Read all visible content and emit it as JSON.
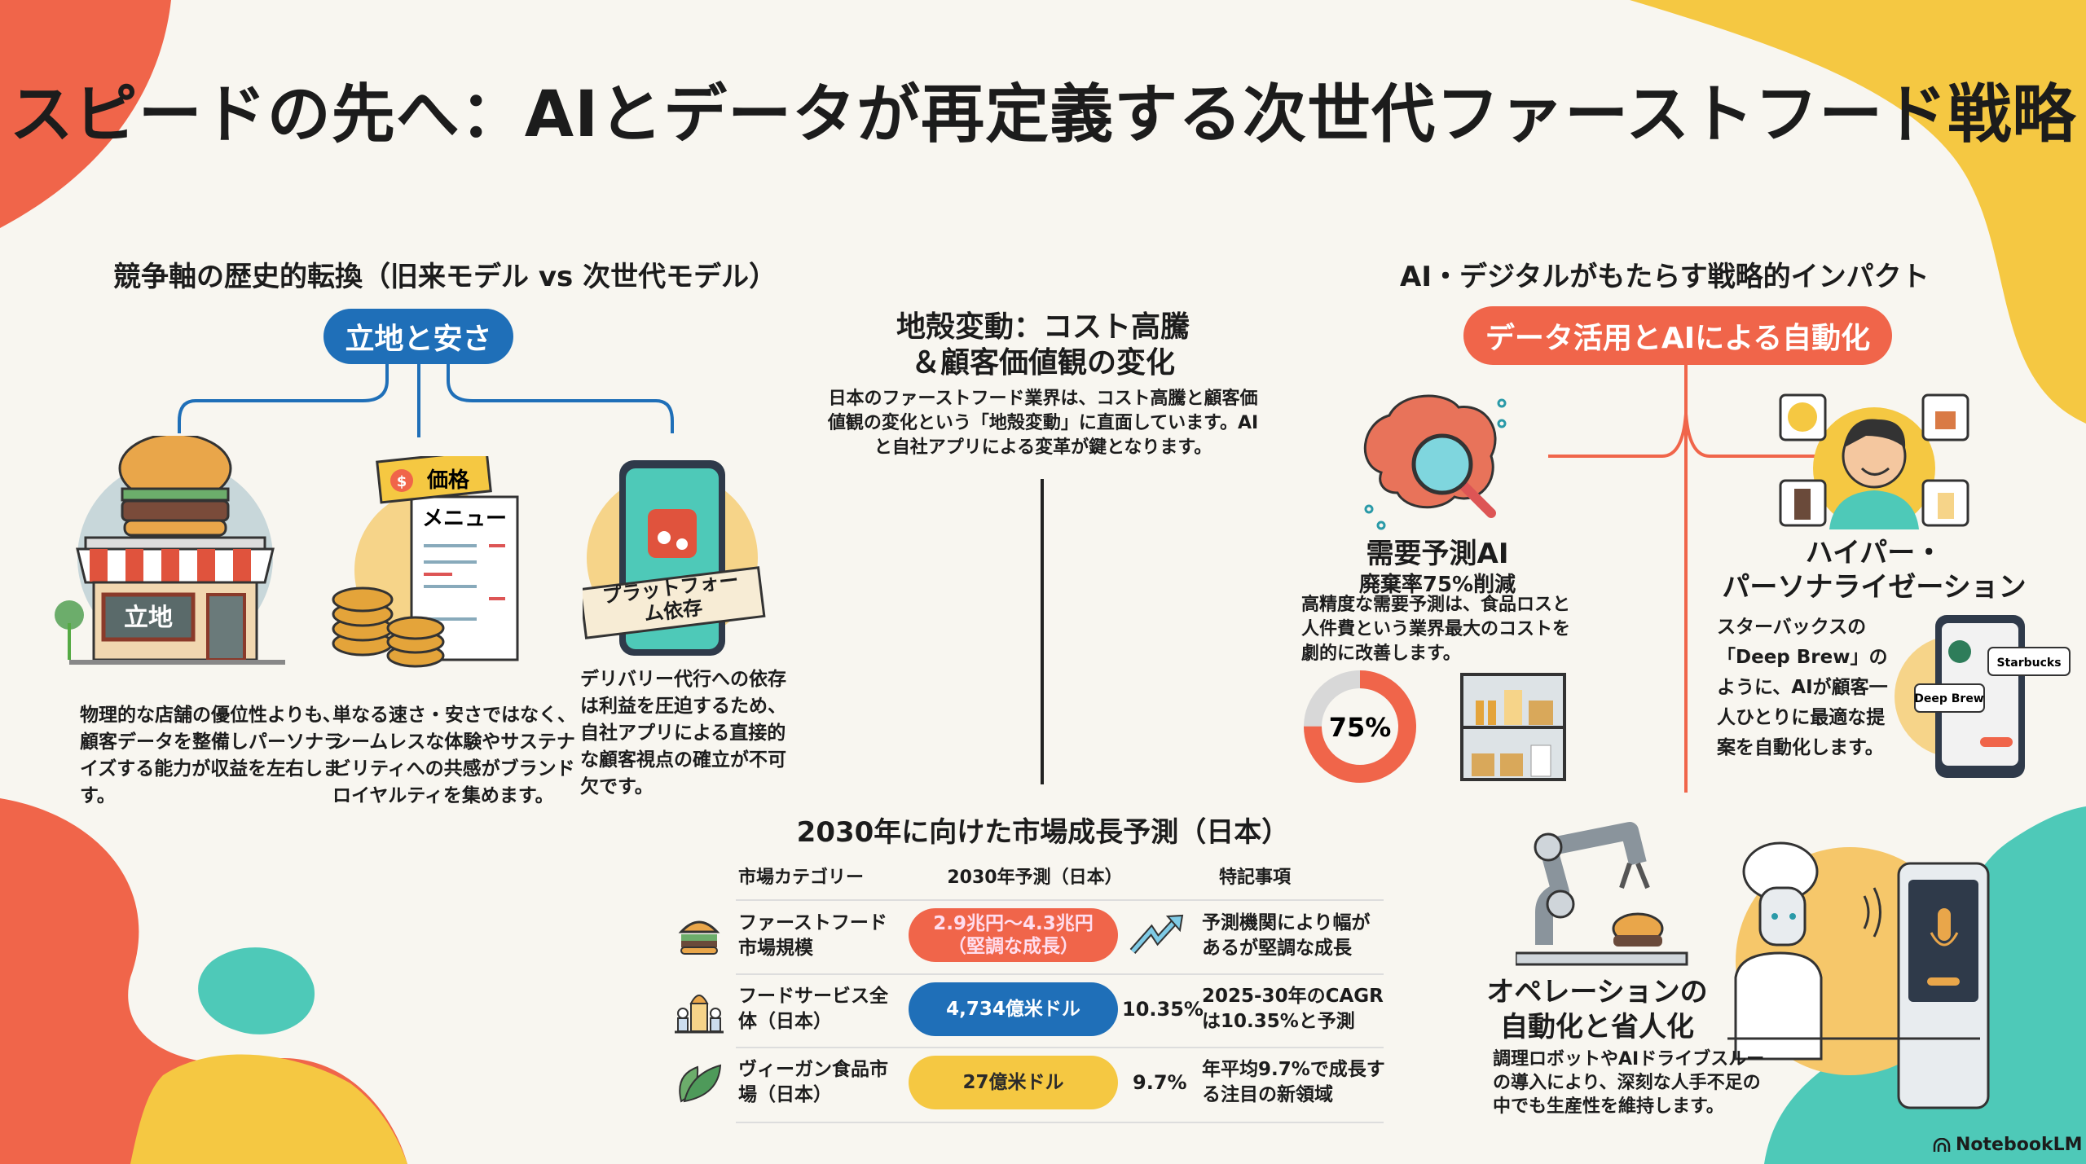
{
  "title": "スピードの先へ：AIとデータが再定義する次世代ファーストフード戦略",
  "left": {
    "heading": "競争軸の歴史的転換（旧来モデル vs 次世代モデル）",
    "pill": "立地と安さ",
    "store_sign": "立地",
    "price_tag": "価格",
    "menu_label": "メニュー",
    "platform_label": "プラットフォーム依存",
    "columns": [
      {
        "text": "物理的な店舗の優位性よりも、顧客データを整備しパーソナライズする能力が収益を左右します。"
      },
      {
        "text": "単なる速さ・安さではなく、シームレスな体験やサステナビリティへの共感がブランドロイヤルティを集めます。"
      },
      {
        "text": "デリバリー代行への依存は利益を圧迫するため、自社アプリによる直接的な顧客視点の確立が不可欠です。"
      }
    ]
  },
  "center": {
    "heading_line1": "地殻変動：コスト高騰",
    "heading_line2": "＆顧客価値観の変化",
    "body": "日本のファーストフード業界は、コスト高騰と顧客価値観の変化という「地殻変動」に直面しています。AIと自社アプリによる変革が鍵となります。"
  },
  "right": {
    "heading": "AI・デジタルがもたらす戦略的インパクト",
    "pill": "データ活用とAIによる自動化",
    "demand": {
      "title": "需要予測AI",
      "subtitle": "廃棄率75%削減",
      "body": "高精度な需要予測は、食品ロスと人件費という業界最大のコストを劇的に改善します。",
      "donut_label": "75%",
      "donut_value": 75
    },
    "personal": {
      "title_line1": "ハイパー・",
      "title_line2": "パーソナライゼーション",
      "body": "スターバックスの「Deep Brew」のように、AIが顧客一人ひとりに最適な提案を自動化します。",
      "bubble1": "Starbucks",
      "bubble2": "Deep Brew"
    },
    "ops": {
      "title_line1": "オペレーションの",
      "title_line2": "自動化と省人化",
      "body": "調理ロボットやAIドライブスルーの導入により、深刻な人手不足の中でも生産性を維持します。"
    }
  },
  "table": {
    "title": "2030年に向けた市場成長予測（日本）",
    "headers": [
      "市場カテゴリー",
      "2030年予測（日本）",
      "特記事項"
    ],
    "rows": [
      {
        "category": "ファーストフード市場規模",
        "forecast_line1": "2.9兆円〜4.3兆円",
        "forecast_line2": "（堅調な成長）",
        "growth": "",
        "note": "予測機関により幅があるが堅調な成長",
        "color": "#f0654a"
      },
      {
        "category": "フードサービス全体（日本）",
        "forecast_line1": "4,734億米ドル",
        "forecast_line2": "",
        "growth": "10.35%",
        "note": "2025-30年のCAGRは10.35%と予測",
        "color": "#1f6fb8"
      },
      {
        "category": "ヴィーガン食品市場（日本）",
        "forecast_line1": "27億米ドル",
        "forecast_line2": "",
        "growth": "9.7%",
        "note": "年平均9.7%で成長する注目の新領域",
        "color": "#f5c842"
      }
    ]
  },
  "brand": "NotebookLM",
  "colors": {
    "blue": "#1f6fb8",
    "red": "#f0654a",
    "yellow": "#f5c842",
    "teal": "#4ec9b8"
  }
}
